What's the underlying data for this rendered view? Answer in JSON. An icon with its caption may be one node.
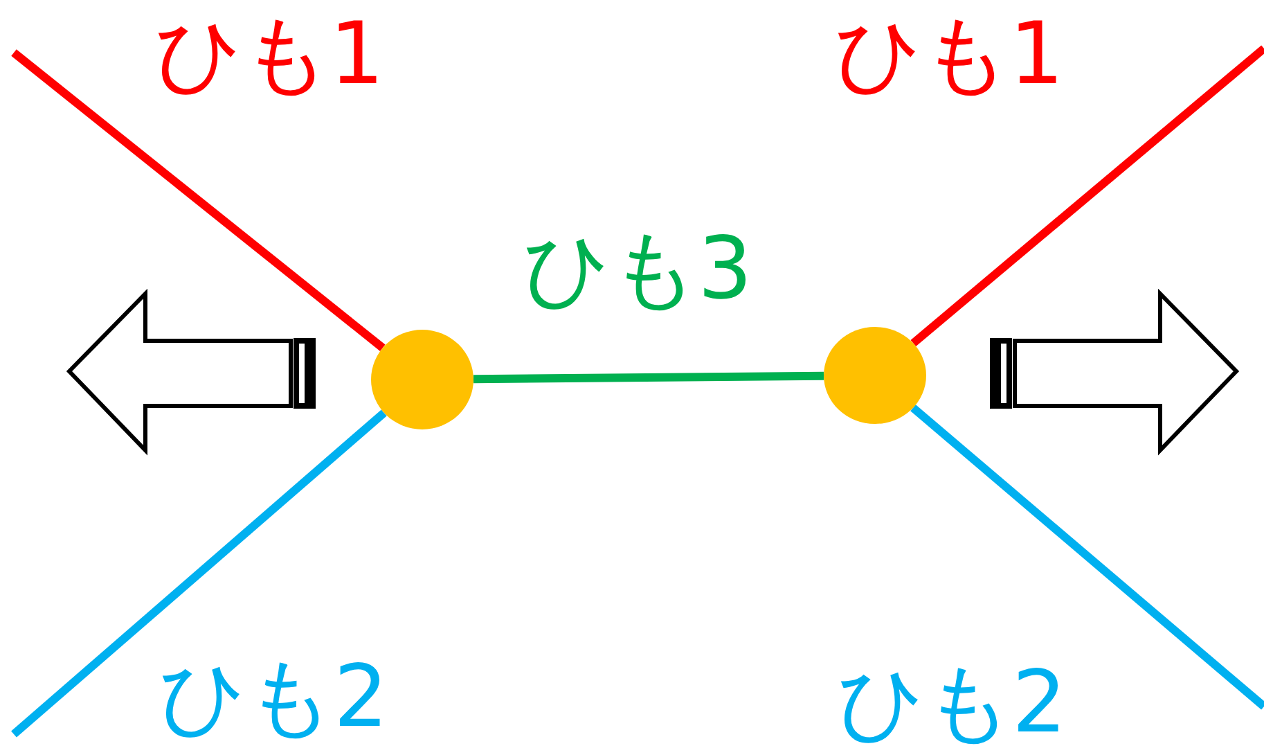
{
  "diagram": {
    "nodes": [
      {
        "text": [],
        "shape": "circle"
      },
      {
        "text": [],
        "shape": "circle"
      }
    ],
    "edges": [
      {
        "from": null,
        "to": 0,
        "arrow": "none",
        "color": "#ff0000",
        "label": "ひも1"
      },
      {
        "from": null,
        "to": 0,
        "arrow": "none",
        "color": "#00b0f0",
        "label": "ひも2"
      },
      {
        "from": 0,
        "to": 1,
        "arrow": "none",
        "color": "#00b050",
        "label": "ひも3"
      },
      {
        "from": 1,
        "to": null,
        "arrow": "none",
        "color": "#ff0000",
        "label": "ひも1"
      },
      {
        "from": 1,
        "to": null,
        "arrow": "none",
        "color": "#00b0f0",
        "label": "ひも2"
      }
    ]
  }
}
